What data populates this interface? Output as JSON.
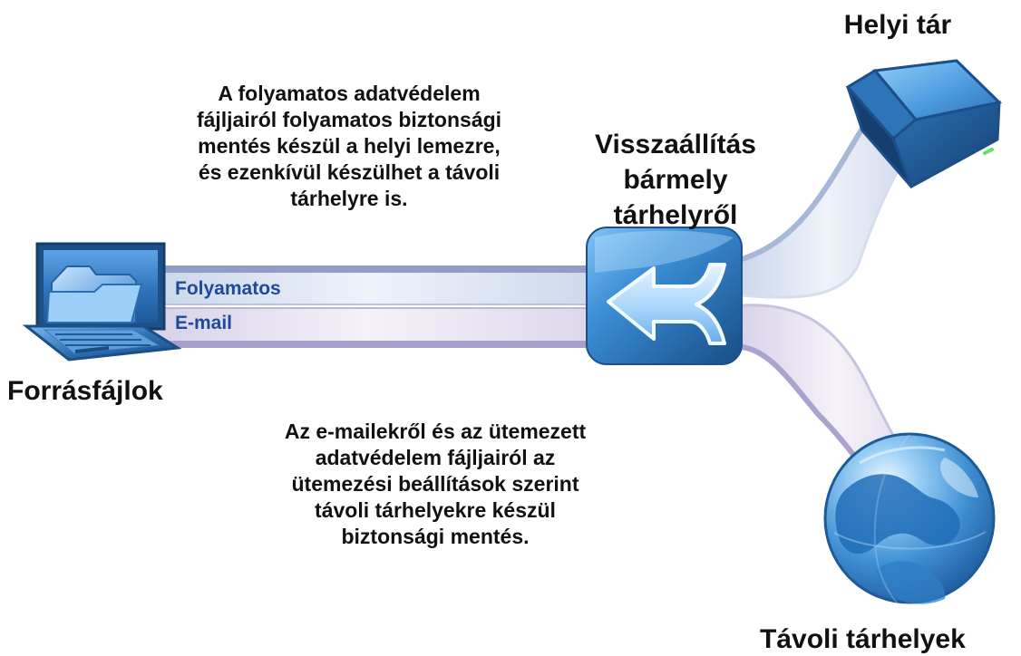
{
  "diagram": {
    "source_label": "Forrásfájlok",
    "streams": {
      "continuous": "Folyamatos",
      "email": "E-mail"
    },
    "top_description": "A folyamatos adatvédelem\nfájljairól folyamatos biztonsági\nmentés készül a helyi lemezre,\nés ezenkívül készülhet a távoli\ntárhelyre is.",
    "bottom_description": "Az e-mailekről és az ütemezett\nadatvédelem fájljairól az\nütemezési beállítások szerint\ntávoli tárhelyekre készül\nbiztonsági mentés.",
    "restore_label": "Visszaállítás\nbármely\ntárhelyről",
    "local_storage_label": "Helyi tár",
    "remote_storage_label": "Távoli tárhelyek",
    "colors": {
      "text": "#111111",
      "stream_label": "#1f4a9b",
      "device_blue": "#2a74b9",
      "device_dark": "#1b4f88",
      "light_band": "#d8e1ef",
      "band_edge": "#8f9ec7"
    },
    "icons": {
      "source": "laptop-folder-icon",
      "restore": "restore-arrow-icon",
      "local": "local-storage-box-icon",
      "remote": "globe-icon"
    }
  }
}
